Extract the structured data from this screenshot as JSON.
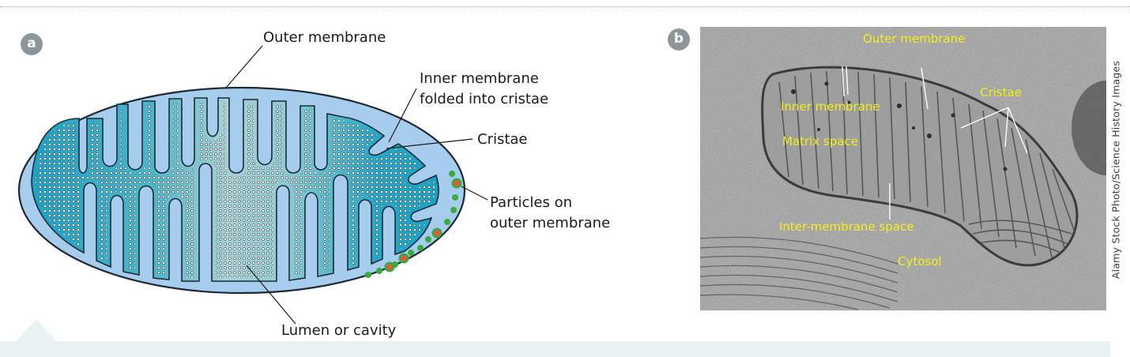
{
  "panel_a": {
    "badge": "a",
    "labels": {
      "outer_membrane": "Outer membrane",
      "inner_membrane_line1": "Inner membrane",
      "inner_membrane_line2": "folded into cristae",
      "cristae": "Cristae",
      "particles_line1": "Particles on",
      "particles_line2": "outer membrane",
      "lumen": "Lumen or cavity"
    }
  },
  "panel_b": {
    "badge": "b",
    "labels": {
      "outer_membrane": "Outer membrane",
      "inner_membrane": "Inner membrane",
      "cristae": "Cristae",
      "matrix_space": "Matrix space",
      "intermembrane_space": "Inter-membrane space",
      "cytosol": "Cytosol"
    },
    "credit": "Alamy Stock Photo/Science History Images"
  },
  "colors": {
    "outer_fill": "#a6cdee",
    "matrix_dark": "#1aa2c5",
    "matrix_light": "#a5d1d7",
    "particle_green": "#3aaa3f",
    "particle_red": "#e8553d",
    "label_yellow": "#f2ef1c",
    "badge_grey": "#8c9599"
  }
}
